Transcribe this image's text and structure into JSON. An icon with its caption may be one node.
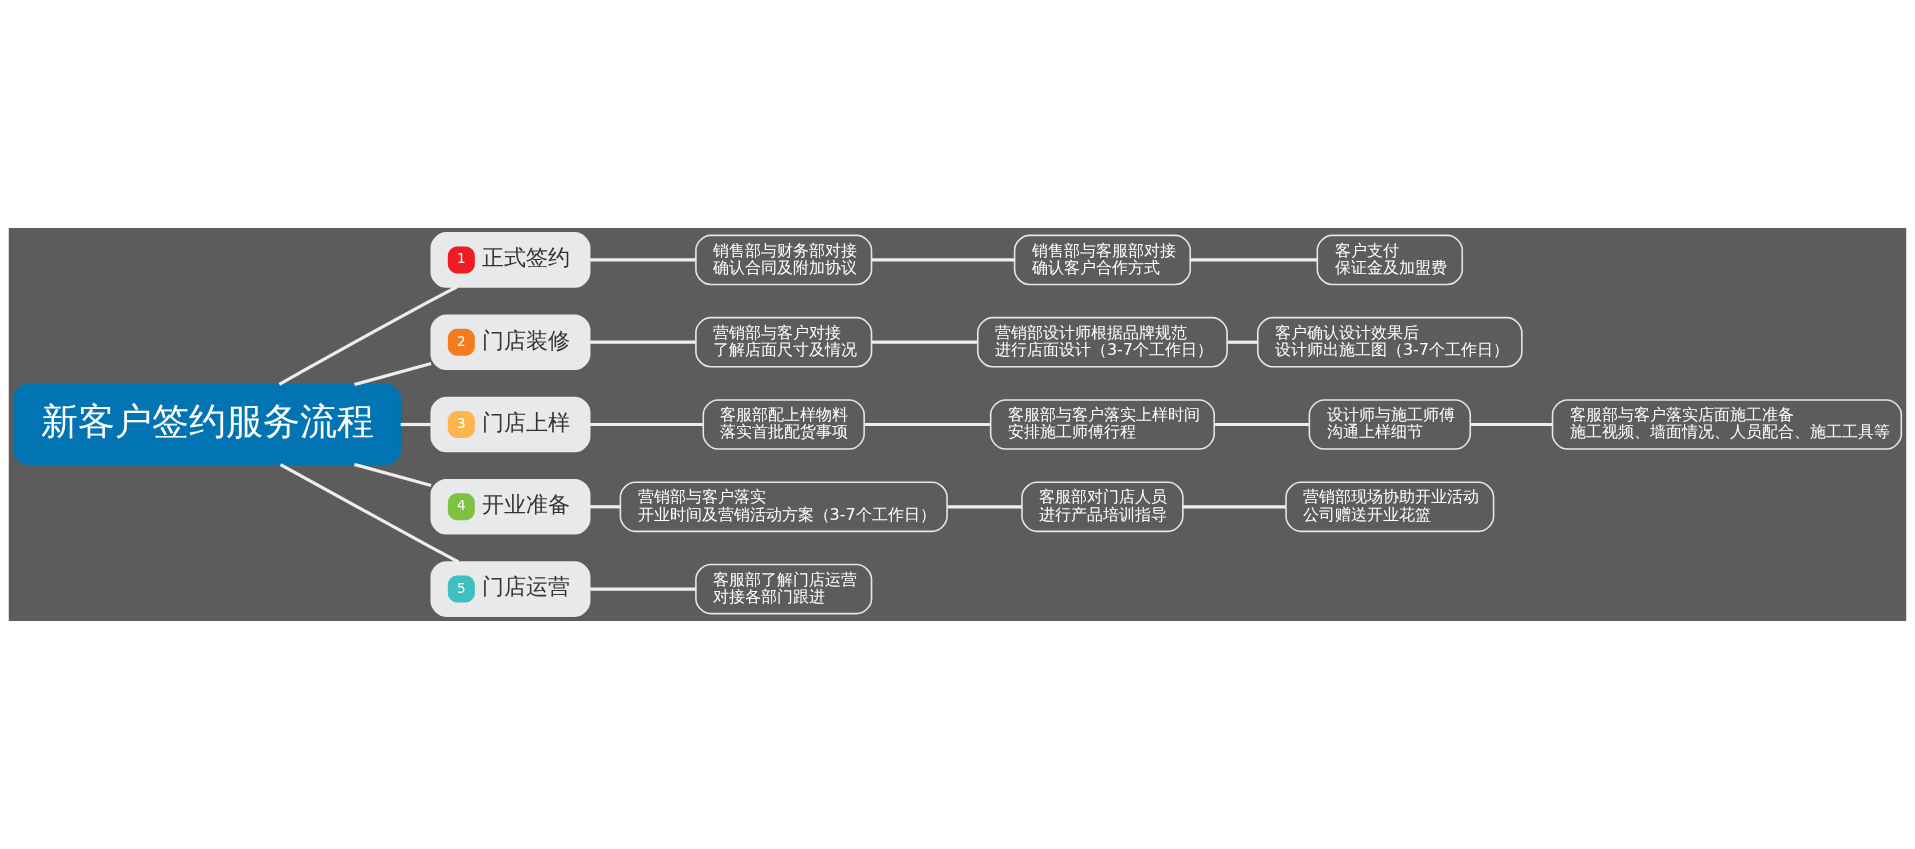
{
  "diagram": {
    "nodes": [
      {
        "text": [
          "新客户签约服务流程"
        ]
      },
      {
        "text": [
          "1",
          "正式签约"
        ]
      },
      {
        "text": [
          "销售部与财务部对接",
          "确认合同及附加协议"
        ]
      },
      {
        "text": [
          "销售部与客服部对接",
          "确认客户合作方式"
        ]
      },
      {
        "text": [
          "客户支付",
          "保证金及加盟费"
        ]
      },
      {
        "text": [
          "2",
          "门店装修"
        ]
      },
      {
        "text": [
          "营销部与客户对接",
          "了解店面尺寸及情况"
        ]
      },
      {
        "text": [
          "营销部设计师根据品牌规范",
          "进行店面设计（3-7个工作日）"
        ]
      },
      {
        "text": [
          "客户确认设计效果后",
          "设计师出施工图（3-7个工作日）"
        ]
      },
      {
        "text": [
          "3",
          "门店上样"
        ]
      },
      {
        "text": [
          "客服部配上样物料",
          "落实首批配货事项"
        ]
      },
      {
        "text": [
          "客服部与客户落实上样时间",
          "安排施工师傅行程"
        ]
      },
      {
        "text": [
          "设计师与施工师傅",
          "沟通上样细节"
        ]
      },
      {
        "text": [
          "客服部与客户落实店面施工准备",
          "施工视频、墙面情况、人员配合、施工工具等"
        ]
      },
      {
        "text": [
          "4",
          "开业准备"
        ]
      },
      {
        "text": [
          "营销部与客户落实",
          "开业时间及营销活动方案（3-7个工作日）"
        ]
      },
      {
        "text": [
          "客服部对门店人员",
          "进行产品培训指导"
        ]
      },
      {
        "text": [
          "营销部现场协助开业活动",
          "公司赠送开业花篮"
        ]
      },
      {
        "text": [
          "5",
          "门店运营"
        ]
      },
      {
        "text": [
          "客服部了解门店运营",
          "对接各部门跟进"
        ]
      }
    ],
    "edges": [
      {
        "from": 0,
        "to": 1,
        "arrow": "none"
      },
      {
        "from": 1,
        "to": 2,
        "arrow": "none"
      },
      {
        "from": 2,
        "to": 3,
        "arrow": "none"
      },
      {
        "from": 3,
        "to": 4,
        "arrow": "none"
      },
      {
        "from": 0,
        "to": 5,
        "arrow": "none"
      },
      {
        "from": 5,
        "to": 6,
        "arrow": "none"
      },
      {
        "from": 6,
        "to": 7,
        "arrow": "none"
      },
      {
        "from": 7,
        "to": 8,
        "arrow": "none"
      },
      {
        "from": 0,
        "to": 9,
        "arrow": "none"
      },
      {
        "from": 9,
        "to": 10,
        "arrow": "none"
      },
      {
        "from": 10,
        "to": 11,
        "arrow": "none"
      },
      {
        "from": 11,
        "to": 12,
        "arrow": "none"
      },
      {
        "from": 12,
        "to": 13,
        "arrow": "none"
      },
      {
        "from": 0,
        "to": 14,
        "arrow": "none"
      },
      {
        "from": 14,
        "to": 15,
        "arrow": "none"
      },
      {
        "from": 15,
        "to": 16,
        "arrow": "none"
      },
      {
        "from": 16,
        "to": 17,
        "arrow": "none"
      },
      {
        "from": 0,
        "to": 18,
        "arrow": "none"
      },
      {
        "from": 18,
        "to": 19,
        "arrow": "none"
      }
    ]
  }
}
